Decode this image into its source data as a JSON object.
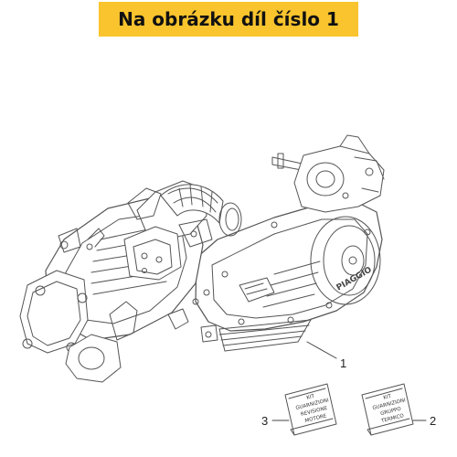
{
  "banner": {
    "text": "Na obrázku díl číslo 1"
  },
  "callouts": {
    "engine": "1",
    "kit_right": "2",
    "kit_left": "3"
  },
  "logo": "PIAGGIO",
  "kit_left_lines": [
    "KIT",
    "GUARNIZIONI",
    "REVISIONE",
    "MOTORE"
  ],
  "kit_right_lines": [
    "KIT",
    "GUARNIZIONI",
    "GRUPPO",
    "TERMICO"
  ],
  "colors": {
    "banner_bg": "#f9c42d",
    "line": "#555555"
  }
}
